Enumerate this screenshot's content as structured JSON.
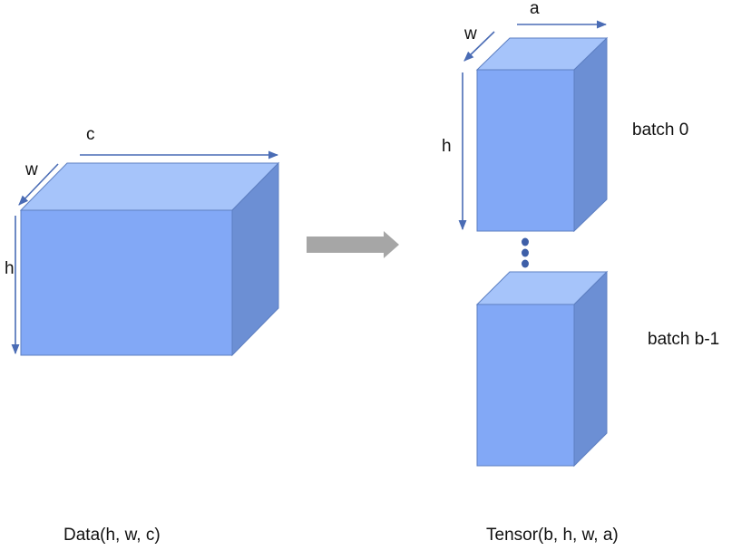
{
  "colors": {
    "front": "#82a8f6",
    "top": "#a6c4fa",
    "side": "#6c8fd4",
    "edge": "#5d7fc2",
    "axis": "#4a6cb5",
    "arrow": "#a6a6a6",
    "dots": "#3e5fa8"
  },
  "left_cube": {
    "width_label": "w",
    "channel_label": "c",
    "height_label": "h",
    "caption": "Data(h, w, c)"
  },
  "right_group": {
    "width_label": "w",
    "axis_label": "a",
    "height_label": "h",
    "top_batch_label": "batch 0",
    "bottom_batch_label": "batch b-1",
    "caption": "Tensor(b, h, w, a)"
  }
}
